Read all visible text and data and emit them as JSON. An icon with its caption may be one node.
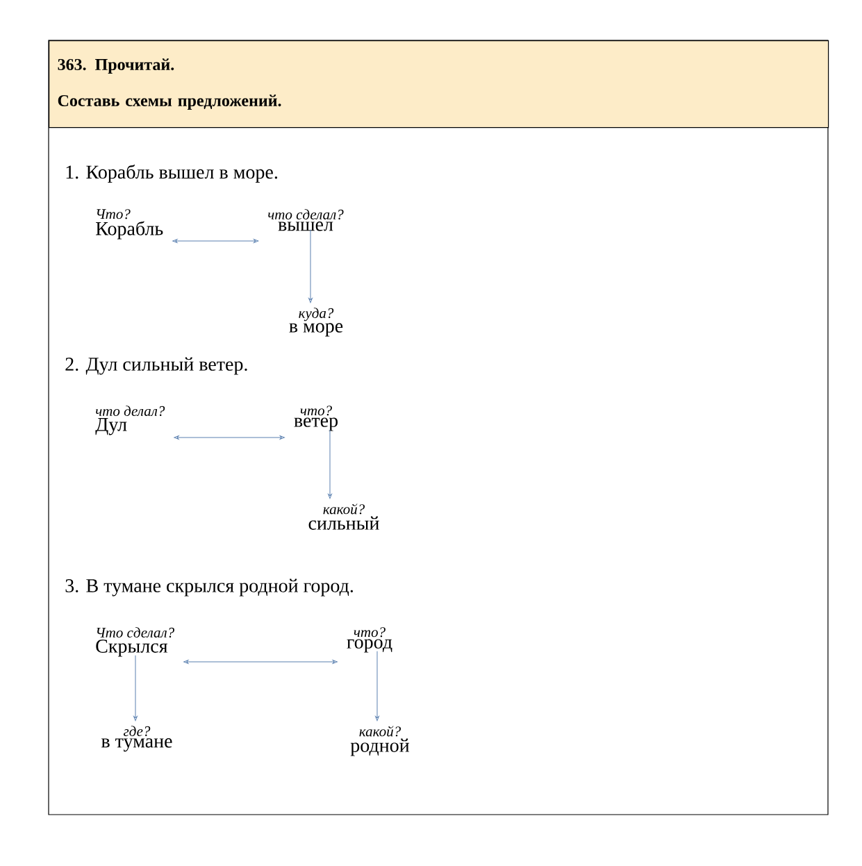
{
  "diagram": {
    "nodes": [
      {
        "text": [
          "363. Прочитай.",
          "Составь схемы предложений."
        ]
      },
      {
        "text": [
          "Что?",
          "Корабль"
        ]
      },
      {
        "text": [
          "что сделал?",
          "вышел"
        ]
      },
      {
        "text": [
          "куда?",
          "в море"
        ]
      },
      {
        "text": [
          "что делал?",
          "Дул"
        ]
      },
      {
        "text": [
          "что?",
          "ветер"
        ]
      },
      {
        "text": [
          "какой?",
          "сильный"
        ]
      },
      {
        "text": [
          "Что сделал?",
          "Скрылся"
        ]
      },
      {
        "text": [
          "что?",
          "город"
        ]
      },
      {
        "text": [
          "где?",
          "в тумане"
        ]
      },
      {
        "text": [
          "какой?",
          "родной"
        ]
      }
    ],
    "edges": [
      {
        "from": 1,
        "to": 2,
        "arrow": "both"
      },
      {
        "from": 2,
        "to": 3,
        "arrow": "to"
      },
      {
        "from": 4,
        "to": 5,
        "arrow": "both"
      },
      {
        "from": 5,
        "to": 6,
        "arrow": "to"
      },
      {
        "from": 7,
        "to": 8,
        "arrow": "both"
      },
      {
        "from": 7,
        "to": 9,
        "arrow": "to"
      },
      {
        "from": 8,
        "to": 10,
        "arrow": "to"
      }
    ],
    "labels": [
      "1. Корабль вышел в море.",
      "2. Дул сильный ветер.",
      "3. В тумане скрылся родной город."
    ]
  }
}
